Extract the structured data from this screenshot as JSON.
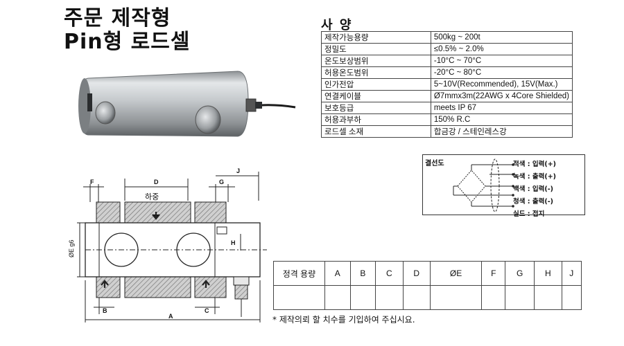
{
  "title": {
    "line1": "주문 제작형",
    "line2": "Pin형 로드셀"
  },
  "spec": {
    "heading": "사 양",
    "rows": [
      {
        "label": "제작가능용량",
        "value": "500kg ~ 200t"
      },
      {
        "label": "정밀도",
        "value": "≤0.5% ~ 2.0%"
      },
      {
        "label": "온도보상범위",
        "value": "-10°C ~ 70°C"
      },
      {
        "label": "허용온도범위",
        "value": "-20°C ~ 80°C"
      },
      {
        "label": "인가전압",
        "value": "5~10V(Recommended), 15V(Max.)"
      },
      {
        "label": "연결케이블",
        "value": "Ø7mmx3m(22AWG x 4Core Shielded)"
      },
      {
        "label": "보호등급",
        "value": "meets IP 67"
      },
      {
        "label": "허용과부하",
        "value": "150% R.C"
      },
      {
        "label": "로드셀 소재",
        "value": "합금강 / 스테인레스강"
      }
    ]
  },
  "wiring": {
    "title": "결선도",
    "items": [
      "적색 : 입력(+)",
      "녹색 : 출력(+)",
      "백색 : 입력(-)",
      "청색 : 출력(-)",
      "실드 : 접지"
    ]
  },
  "drawing": {
    "labels": {
      "d": "D",
      "f": "F",
      "g": "G",
      "j": "J",
      "load": "하중",
      "e": "ØE g6",
      "h": "H",
      "b": "B",
      "c": "C",
      "a": "A"
    }
  },
  "dimensions": {
    "headers": [
      "정격 용량",
      "A",
      "B",
      "C",
      "D",
      "ØE",
      "F",
      "G",
      "H",
      "J"
    ]
  },
  "note": "* 제작의뢰 할 치수를 기입하여 주십시요.",
  "colors": {
    "hatch": "#999999",
    "body_metal": "#b8bcbf",
    "line": "#222222"
  }
}
